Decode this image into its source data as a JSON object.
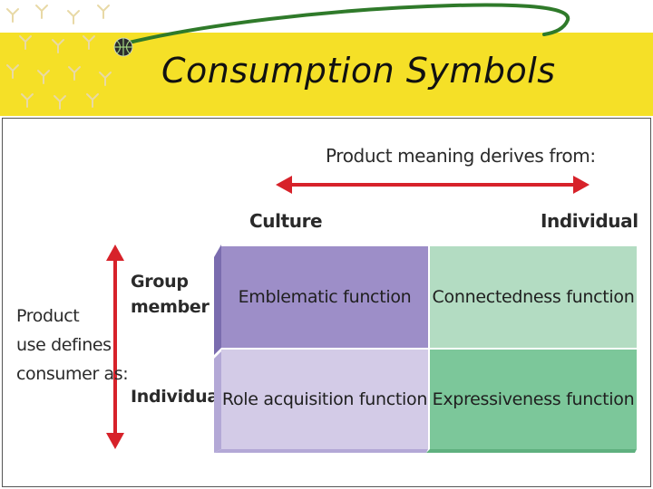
{
  "slide": {
    "title": "Consumption Symbols"
  },
  "diagram": {
    "top_header": "Product meaning derives from:",
    "col_left": "Culture",
    "col_right": "Individual",
    "row_top": [
      "Group",
      "member"
    ],
    "row_bottom": "Individual",
    "side_label": [
      "Product",
      "use defines",
      "consumer as:"
    ],
    "cells": {
      "top_left": "Emblematic function",
      "top_right": "Connectedness function",
      "bottom_left": "Role acquisition function",
      "bottom_right": "Expressiveness function"
    },
    "colors": {
      "purple_dark": "#9d8ec8",
      "purple_light": "#d3cbe7",
      "green_light": "#b3dcc2",
      "green_dark": "#7cc79a",
      "arrow_red": "#d7222a"
    }
  }
}
